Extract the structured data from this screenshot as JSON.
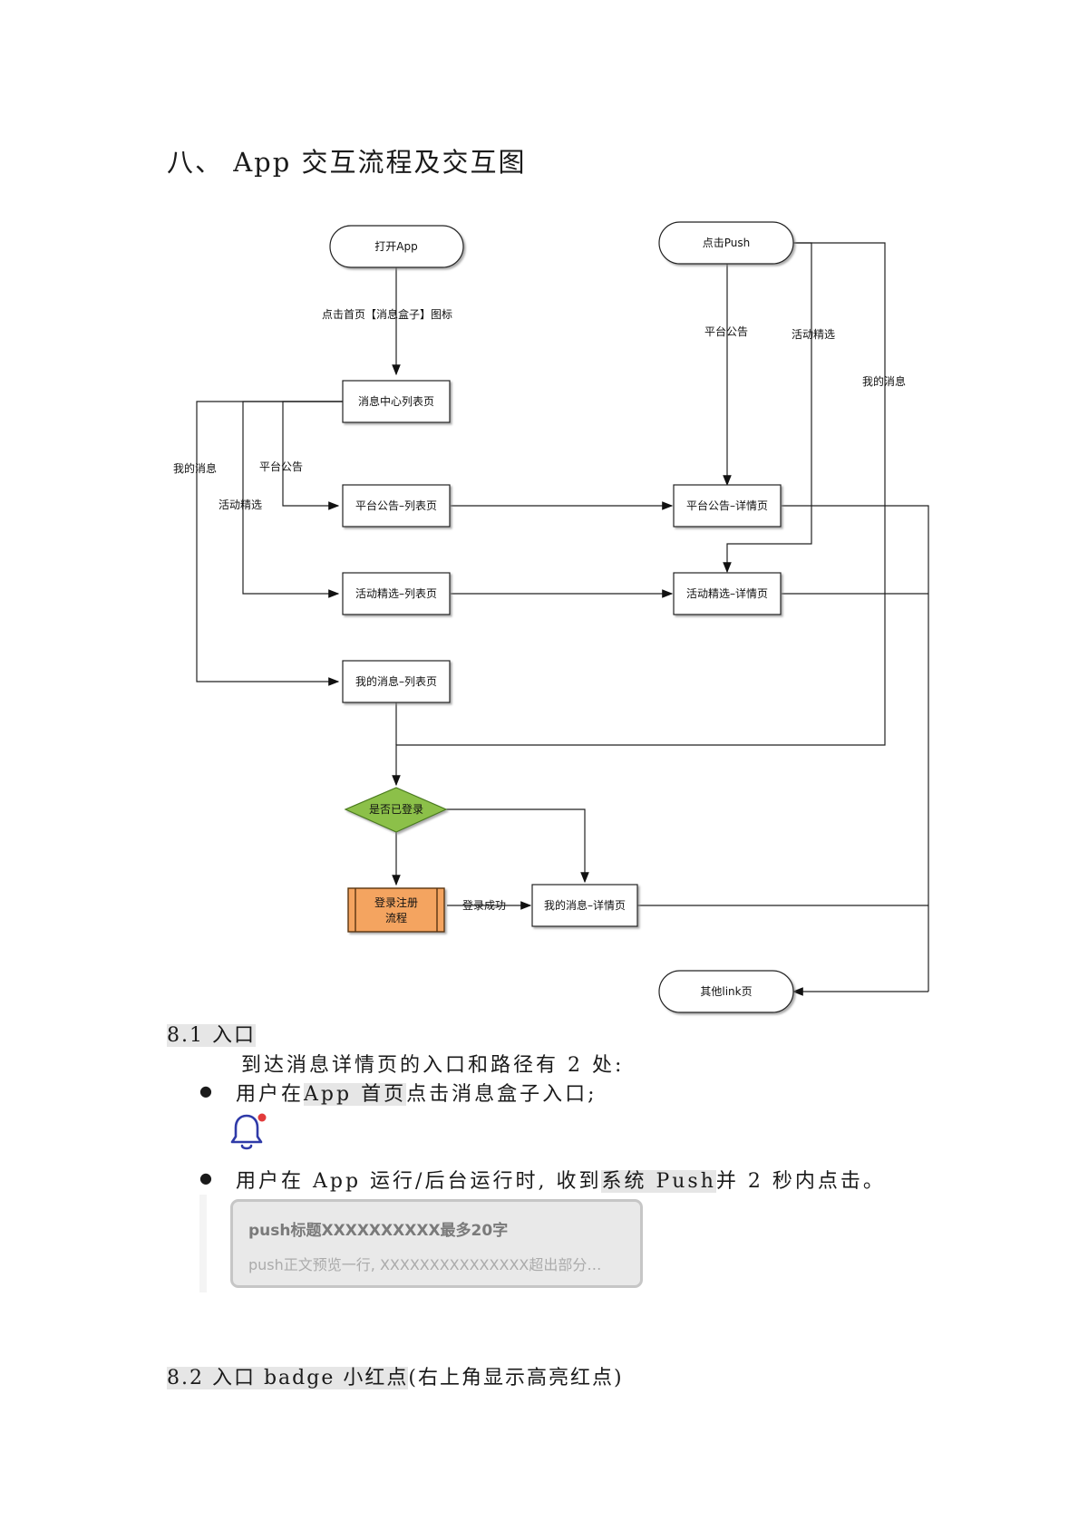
{
  "doc": {
    "title": "八、 App 交互流程及交互图"
  },
  "flowchart": {
    "nodes": {
      "open_app": "打开App",
      "click_push": "点击Push",
      "msg_center": "消息中心列表页",
      "announce_list": "平台公告–列表页",
      "announce_detail": "平台公告–详情页",
      "activity_list": "活动精选–列表页",
      "activity_detail": "活动精选–详情页",
      "mymsg_list": "我的消息–列表页",
      "is_logged_in": "是否已登录",
      "login_flow_1": "登录注册",
      "login_flow_2": "流程",
      "mymsg_detail": "我的消息–详情页",
      "other_link": "其他link页"
    },
    "labels": {
      "tap_icon": "点击首页【消息盒子】图标",
      "push_announce": "平台公告",
      "push_activity": "活动精选",
      "push_mymsg": "我的消息",
      "center_mymsg": "我的消息",
      "center_announce": "平台公告",
      "center_activity": "活动精选",
      "login_success": "登录成功"
    },
    "colors": {
      "decision_fill": "#8cc04a",
      "process_fill": "#f4a460",
      "stroke": "#222222"
    }
  },
  "section_8_1": {
    "heading": "8.1 入口",
    "intro": "到达消息详情页的入口和路径有 2 处:",
    "bullet1_pre": "用户在",
    "bullet1_hl": "App 首页",
    "bullet1_post": "点击消息盒子入口;",
    "bell_icon": "bell-with-red-dot",
    "bullet2_pre": "用户在 App 运行/后台运行时, 收到",
    "bullet2_hl": "系统 Push",
    "bullet2_post": "并 2 秒内点击。",
    "push_title": "push标题XXXXXXXXXX最多20字",
    "push_body": "push正文预览一行, XXXXXXXXXXXXXXX超出部分…"
  },
  "section_8_2": {
    "heading": "8.2 入口 badge 小红点",
    "heading_suffix": "(右上角显示高亮红点)"
  }
}
